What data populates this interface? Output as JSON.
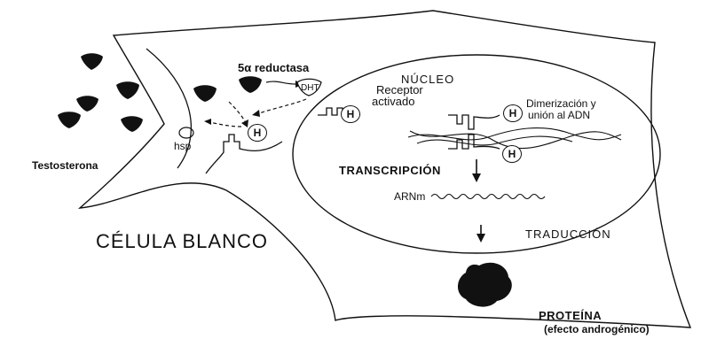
{
  "labels": {
    "reductase": "5α reductasa",
    "dht": "DHT",
    "nucleus": "NÚCLEO",
    "receptor_line1": "Receptor",
    "receptor_line2": "activado",
    "dimerization_line1": "Dimerización y",
    "dimerization_line2": "unión al ADN",
    "hsp": "hsp",
    "testosterone": "Testosterona",
    "transcription": "TRANSCRIPCIÓN",
    "mrna": "ARNm",
    "target_cell": "CÉLULA BLANCO",
    "translation": "TRADUCCIÓN",
    "protein": "PROTEÍNA",
    "androgenic_effect": "(efecto androgénico)",
    "hormone": "H"
  },
  "colors": {
    "ink": "#111111",
    "background": "#ffffff"
  }
}
